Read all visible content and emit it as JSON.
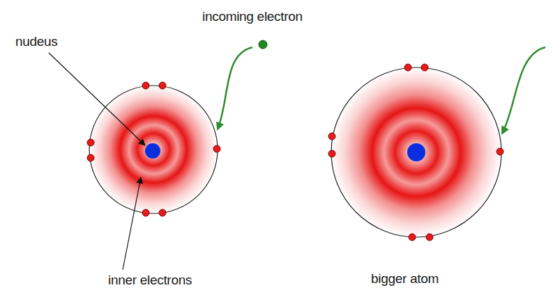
{
  "diagram": {
    "labels": [
      "incoming electron",
      "nudeus",
      "inner electrons",
      "bigger atom"
    ]
  }
}
